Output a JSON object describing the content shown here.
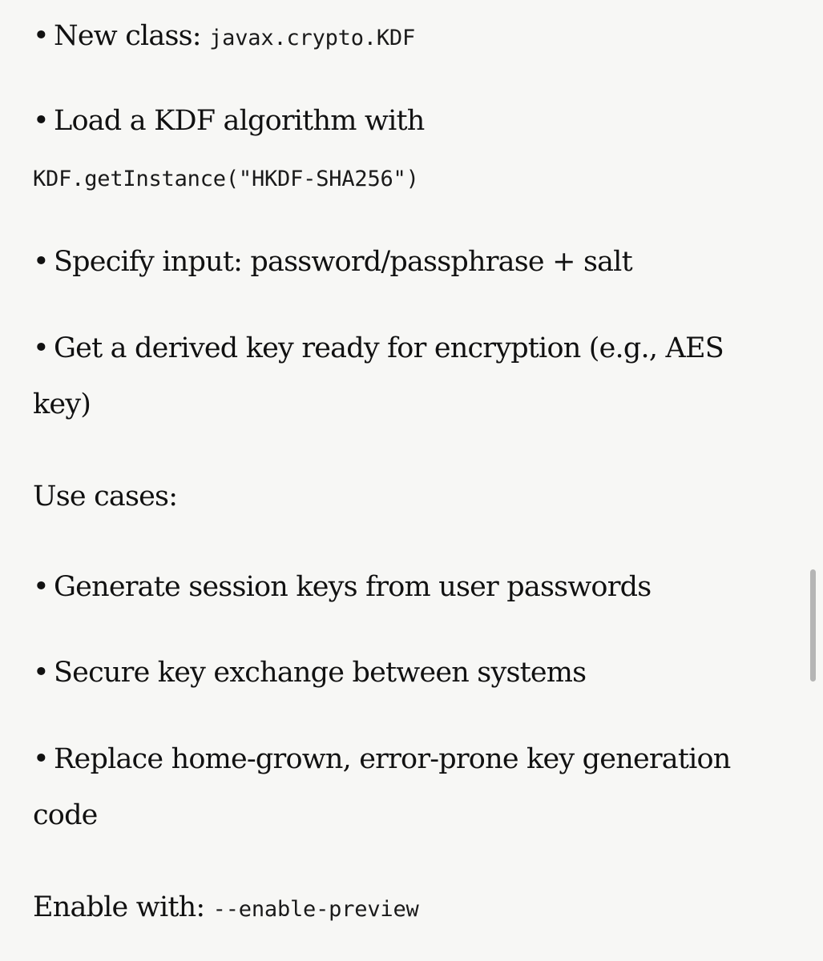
{
  "bullet_char": "•",
  "items": [
    {
      "text": "New class: ",
      "code": "javax.crypto.KDF"
    },
    {
      "text": "Load a KDF algorithm with",
      "code": "KDF.getInstance(\"HKDF-SHA256\")"
    },
    {
      "text": "Specify input: password/passphrase + salt"
    },
    {
      "text": "Get a derived key ready for encryption (e.g., AES",
      "cont": "key)"
    }
  ],
  "use_cases_heading": "Use cases:",
  "use_cases": [
    {
      "text": "Generate session keys from user passwords"
    },
    {
      "text": "Secure key exchange between systems"
    },
    {
      "text": "Replace home-grown, error-prone key generation",
      "cont": "code"
    }
  ],
  "enable": {
    "text": "Enable with: ",
    "code": "--enable-preview"
  },
  "colors": {
    "background": "#f7f7f5",
    "text": "#111111",
    "scrollbar": "#b5b5b5"
  }
}
